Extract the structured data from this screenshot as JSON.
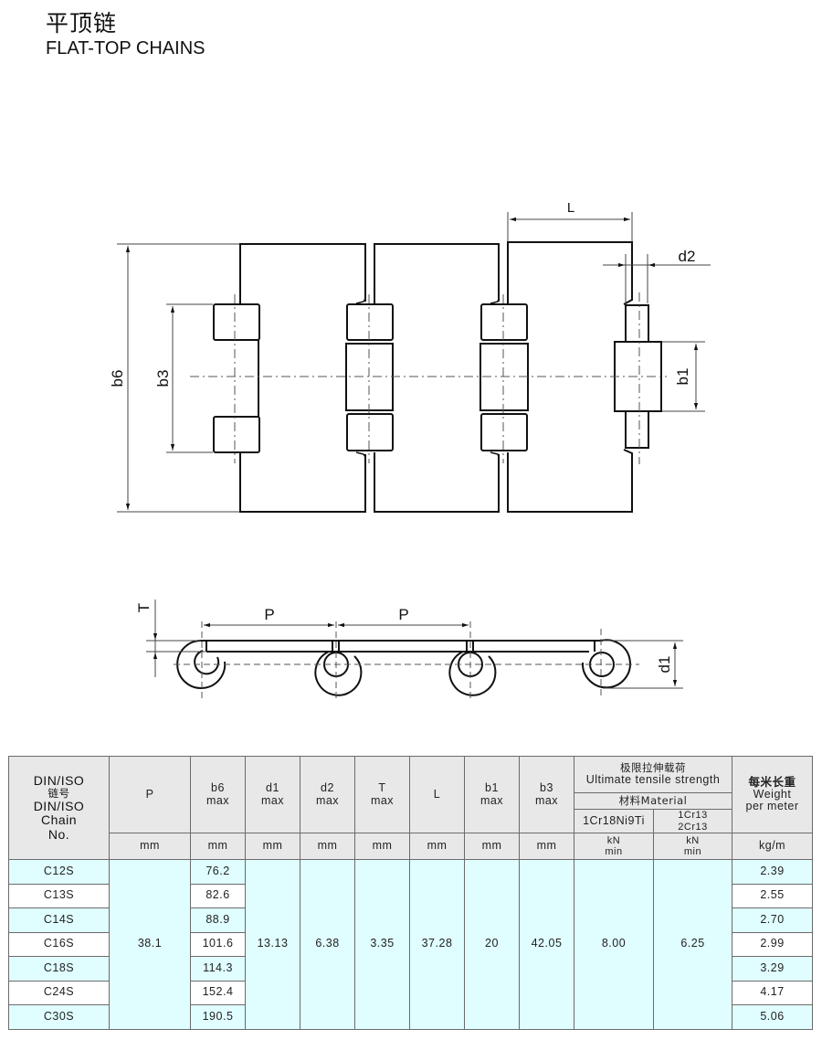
{
  "header": {
    "title_cn": "平顶链",
    "title_en": "FLAT-TOP CHAINS"
  },
  "diagram": {
    "plan_labels": {
      "b6": "b6",
      "b3": "b3",
      "L": "L",
      "d2": "d2",
      "b1": "b1"
    },
    "side_labels": {
      "T": "T",
      "P1": "P",
      "P2": "P",
      "d1": "d1"
    }
  },
  "table": {
    "header": {
      "chain_no": [
        "DIN/ISO",
        "链号",
        "DIN/ISO",
        "Chain",
        "No."
      ],
      "P": "P",
      "b6": [
        "b6",
        "max"
      ],
      "d1": [
        "d1",
        "max"
      ],
      "d2": [
        "d2",
        "max"
      ],
      "T": [
        "T",
        "max"
      ],
      "L": "L",
      "b1": [
        "b1",
        "max"
      ],
      "b3": [
        "b3",
        "max"
      ],
      "tensile_cn": "极限拉伸载荷",
      "tensile_en": "Ultimate tensile strength",
      "material": "材料Material",
      "mat1": "1Cr18Ni9Ti",
      "mat2": [
        "1Cr13",
        "2Cr13"
      ],
      "weight": [
        "每米长重",
        "Weight",
        "per meter"
      ]
    },
    "units": {
      "P": "mm",
      "b6": "mm",
      "d1": "mm",
      "d2": "mm",
      "T": "mm",
      "L": "mm",
      "b1": "mm",
      "b3": "mm",
      "mat1": [
        "kN",
        "min"
      ],
      "mat2": [
        "kN",
        "min"
      ],
      "weight": "kg/m"
    },
    "shared": {
      "P": "38.1",
      "d1": "13.13",
      "d2": "6.38",
      "T": "3.35",
      "L": "37.28",
      "b1": "20",
      "b3": "42.05",
      "tensile_1": "8.00",
      "tensile_2": "6.25"
    },
    "rows": [
      {
        "chain": "C12S",
        "b6": "76.2",
        "weight": "2.39"
      },
      {
        "chain": "C13S",
        "b6": "82.6",
        "weight": "2.55"
      },
      {
        "chain": "C14S",
        "b6": "88.9",
        "weight": "2.70"
      },
      {
        "chain": "C16S",
        "b6": "101.6",
        "weight": "2.99"
      },
      {
        "chain": "C18S",
        "b6": "114.3",
        "weight": "3.29"
      },
      {
        "chain": "C24S",
        "b6": "152.4",
        "weight": "4.17"
      },
      {
        "chain": "C30S",
        "b6": "190.5",
        "weight": "5.06"
      }
    ],
    "colors": {
      "header_bg": "#e8e8e8",
      "row_tint": "#e0feff",
      "row_white": "#ffffff",
      "border": "#6b6b6b"
    }
  }
}
